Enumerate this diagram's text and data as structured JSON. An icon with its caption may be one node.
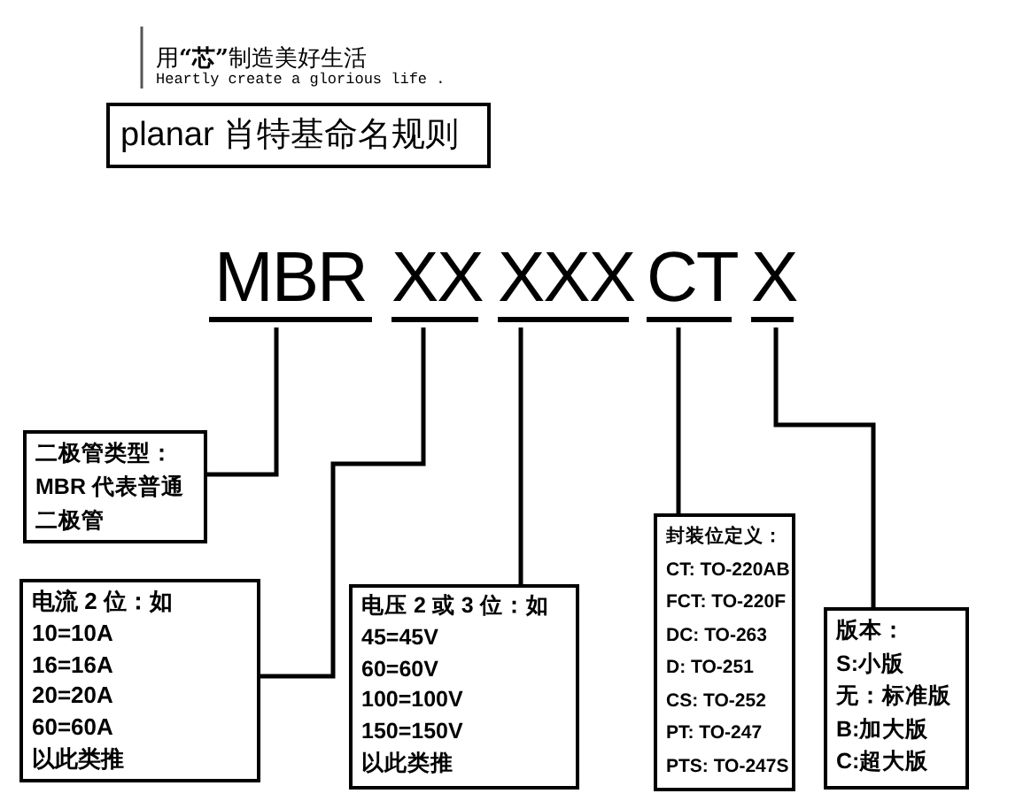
{
  "diagram": {
    "title": "planar 肖特基命名规则",
    "nodes": [
      {
        "text": [
          "MBR"
        ]
      },
      {
        "text": [
          "XX"
        ]
      },
      {
        "text": [
          "XXX"
        ]
      },
      {
        "text": [
          "CT"
        ]
      },
      {
        "text": [
          "X"
        ]
      },
      {
        "text": [
          "二极管类型：",
          "MBR 代表普通二极管"
        ]
      },
      {
        "text": [
          "电流 2 位：如",
          "10=10A",
          "16=16A",
          "20=20A",
          "60=60A",
          "以此类推"
        ]
      },
      {
        "text": [
          "电压 2 或 3 位：如",
          "45=45V",
          "60=60V",
          "100=100V",
          "150=150V",
          "以此类推"
        ]
      },
      {
        "text": [
          "封装位定义：",
          "CT: TO-220AB",
          "FCT: TO-220F",
          "DC: TO-263",
          "D: TO-251",
          "CS: TO-252",
          "PT: TO-247",
          "PTS: TO-247S"
        ]
      },
      {
        "text": [
          "版本：",
          "S:小版",
          "无：标准版",
          "B:加大版",
          "C:超大版"
        ]
      }
    ],
    "edges": [
      {
        "from": 0,
        "to": 5,
        "arrow": "none"
      },
      {
        "from": 1,
        "to": 6,
        "arrow": "none"
      },
      {
        "from": 2,
        "to": 7,
        "arrow": "none"
      },
      {
        "from": 3,
        "to": 8,
        "arrow": "none"
      },
      {
        "from": 4,
        "to": 9,
        "arrow": "none"
      }
    ],
    "labels": [
      "用**“芯”**制造美好生活",
      "Heartly create a glorious life ."
    ]
  }
}
